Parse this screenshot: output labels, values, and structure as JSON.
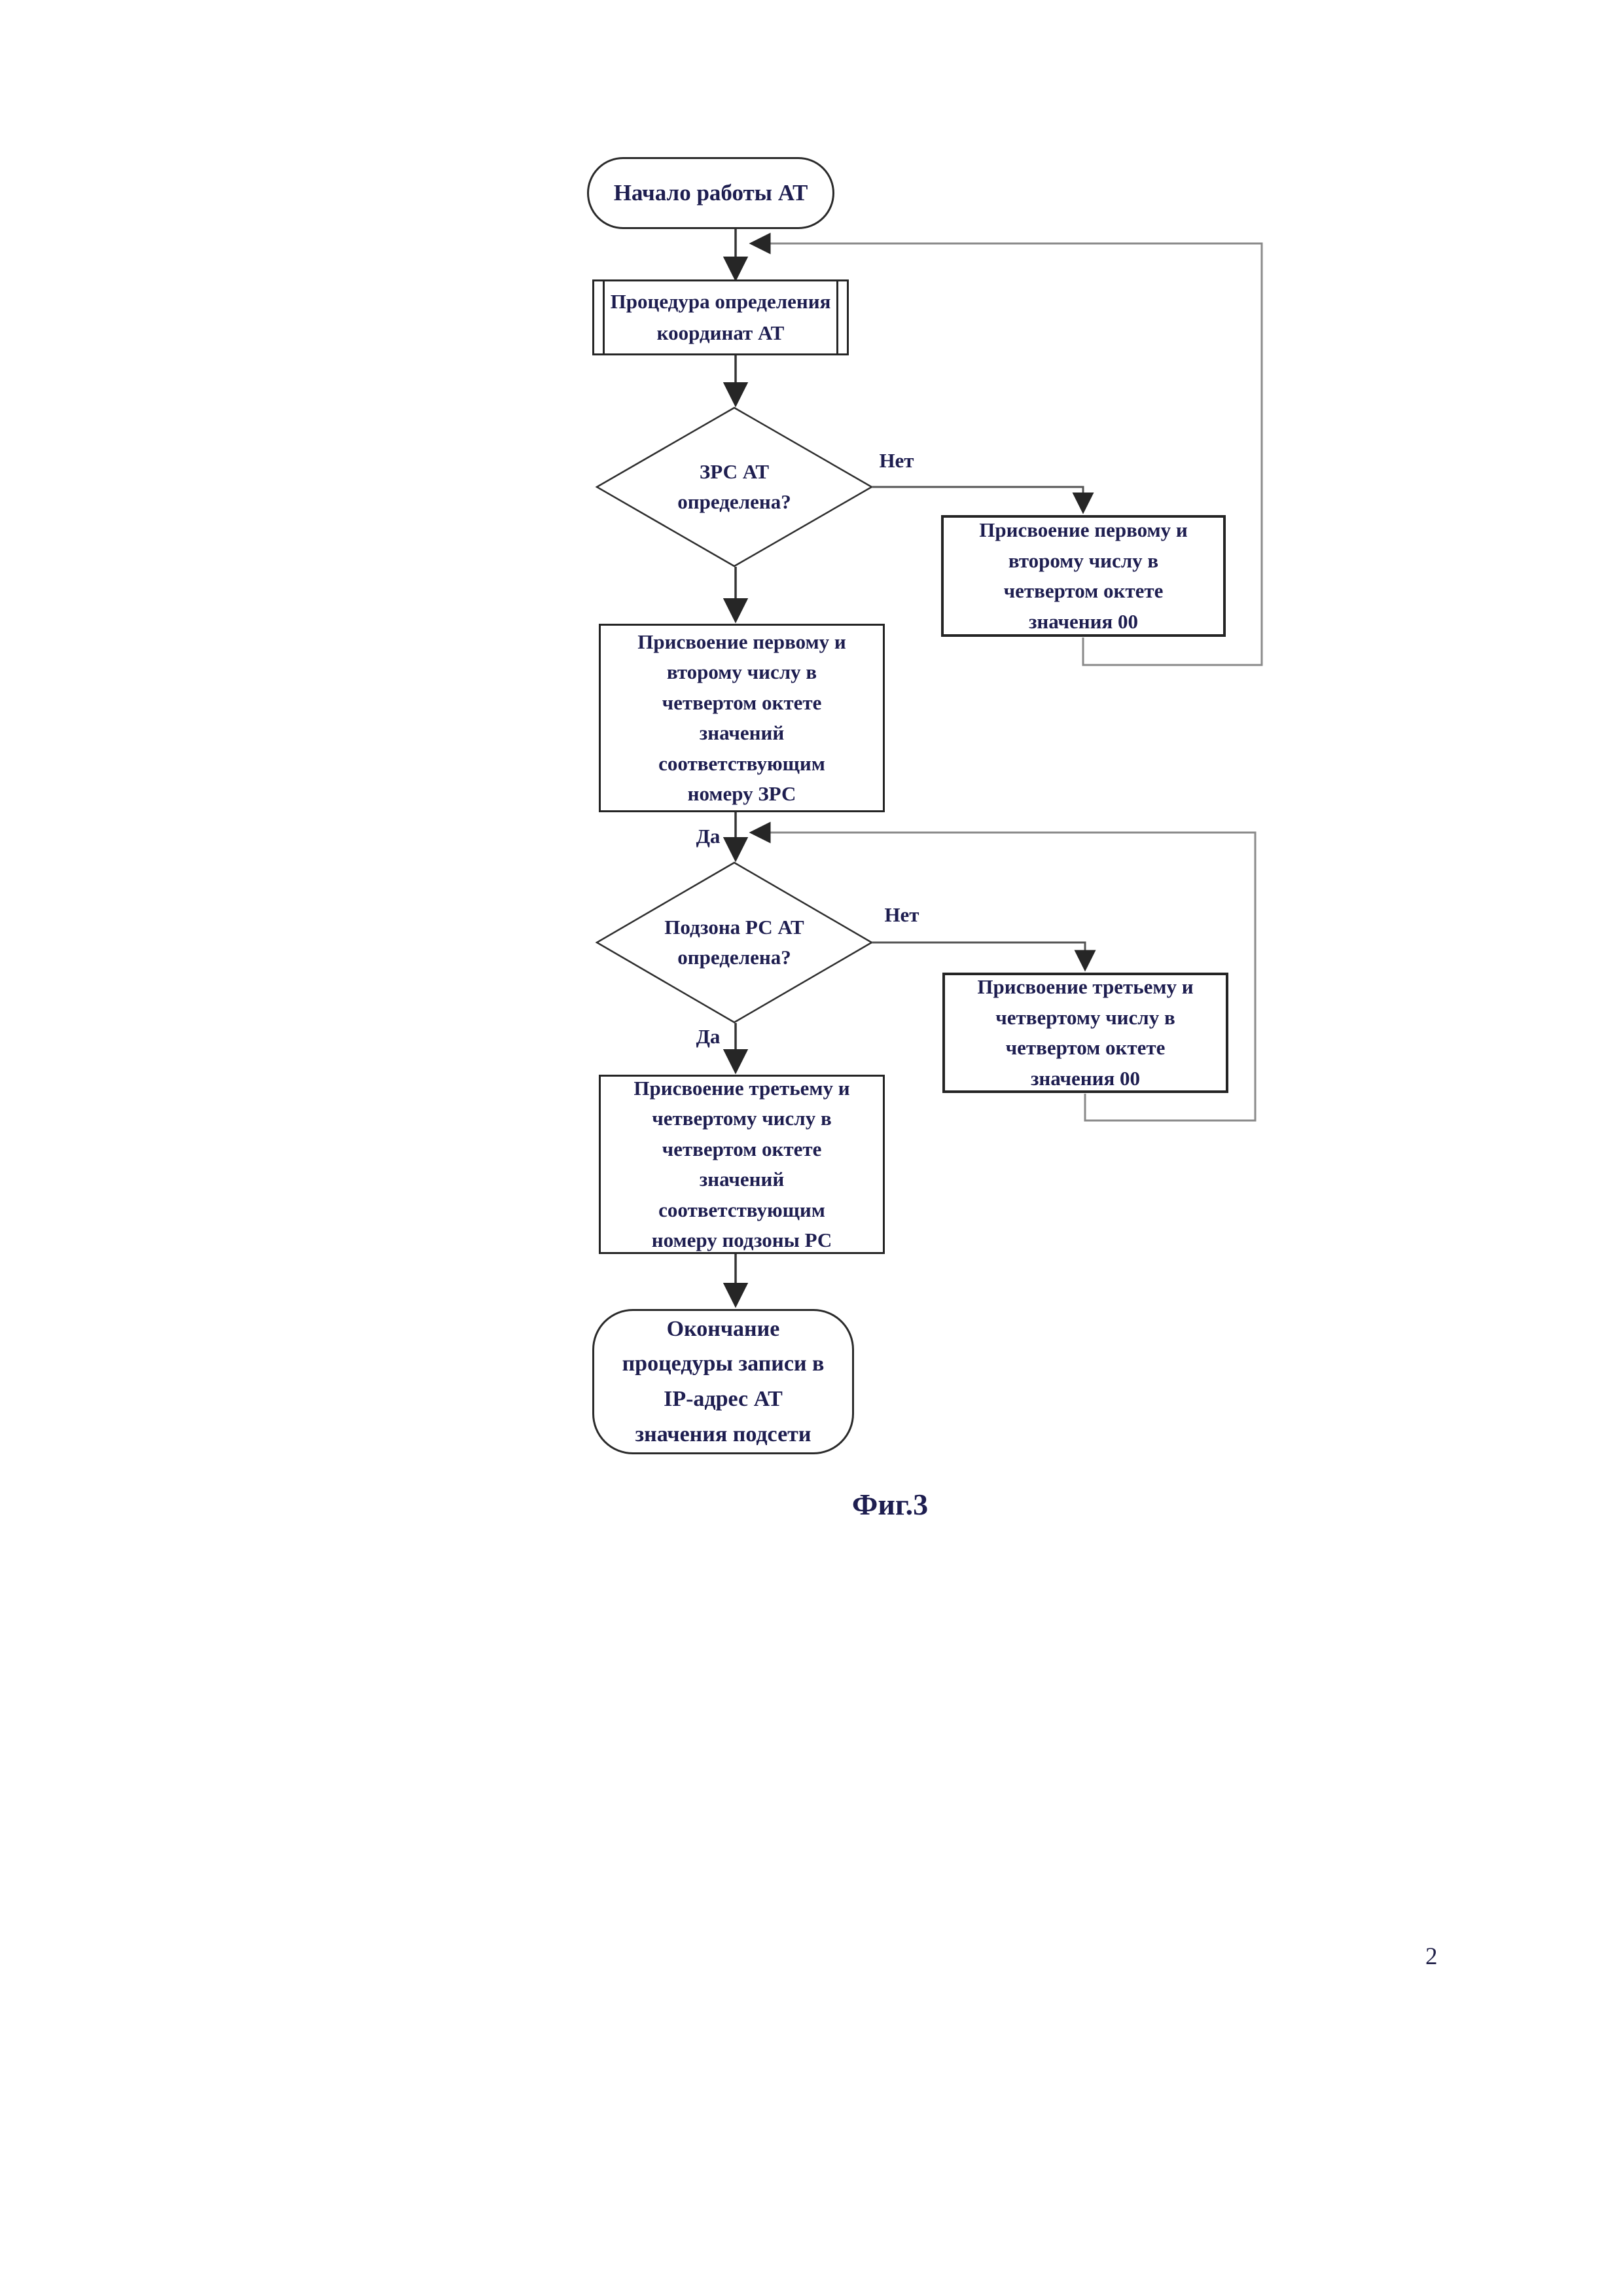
{
  "flowchart": {
    "start": {
      "label": "Начало работы АТ"
    },
    "procedure": {
      "lines": [
        "Процедура определения",
        "координат АТ"
      ]
    },
    "decision1": {
      "lines": [
        "ЗРС АТ",
        "определена?"
      ],
      "no_label": "Нет",
      "yes_label": "Да"
    },
    "no_branch1": {
      "lines": [
        "Присвоение первому и",
        "второму числу в",
        "четвертом октете",
        "значения 00"
      ]
    },
    "process1": {
      "lines": [
        "Присвоение первому и",
        "второму числу в",
        "четвертом октете",
        "значений",
        "соответствующим",
        "номеру ЗРС"
      ]
    },
    "decision2": {
      "lines": [
        "Подзона РС АТ",
        "определена?"
      ],
      "no_label": "Нет",
      "yes_label": "Да"
    },
    "no_branch2": {
      "lines": [
        "Присвоение третьему и",
        "четвертому числу в",
        "четвертом октете",
        "значения 00"
      ]
    },
    "process2": {
      "lines": [
        "Присвоение третьему и",
        "четвертому числу в",
        "четвертом октете",
        "значений",
        "соответствующим",
        "номеру подзоны РС"
      ]
    },
    "end": {
      "lines": [
        "Окончание",
        "процедуры записи в",
        "IP-адрес АТ",
        "значения подсети"
      ]
    },
    "caption": "Фиг.3"
  },
  "page": {
    "number": "2"
  },
  "colors": {
    "ink": "#1e1e50",
    "line_main": "#333333",
    "line_branch": "#555555",
    "line_feedback": "#8a8a8a",
    "shape_border": "#262626"
  }
}
